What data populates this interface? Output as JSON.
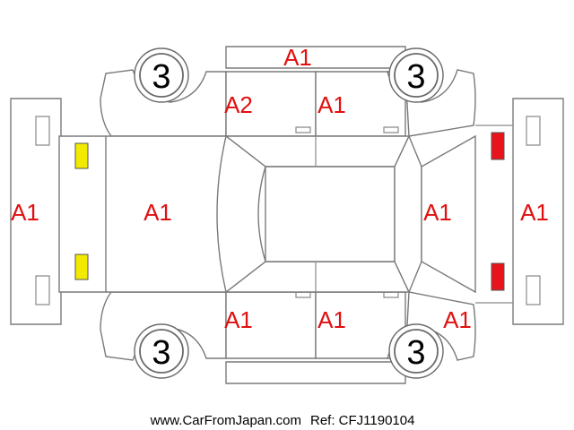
{
  "grades": {
    "roof": "A1",
    "bonnet": "A1",
    "front_bumper": "A1",
    "rear_bumper": "A1",
    "rear_hatch": "A1",
    "door_top_front": "A2",
    "door_top_rear": "A1",
    "door_bottom_front": "A1",
    "door_bottom_rear": "A1",
    "quarter_bottom_rear": "A1"
  },
  "tires": {
    "front_top": "3",
    "rear_top": "3",
    "front_bottom": "3",
    "rear_bottom": "3"
  },
  "lamps": {
    "front_color": "#f2ea00",
    "rear_color": "#e8131b"
  },
  "footer": {
    "website": "www.CarFromJapan.com",
    "ref": "Ref: CFJ1190104"
  }
}
